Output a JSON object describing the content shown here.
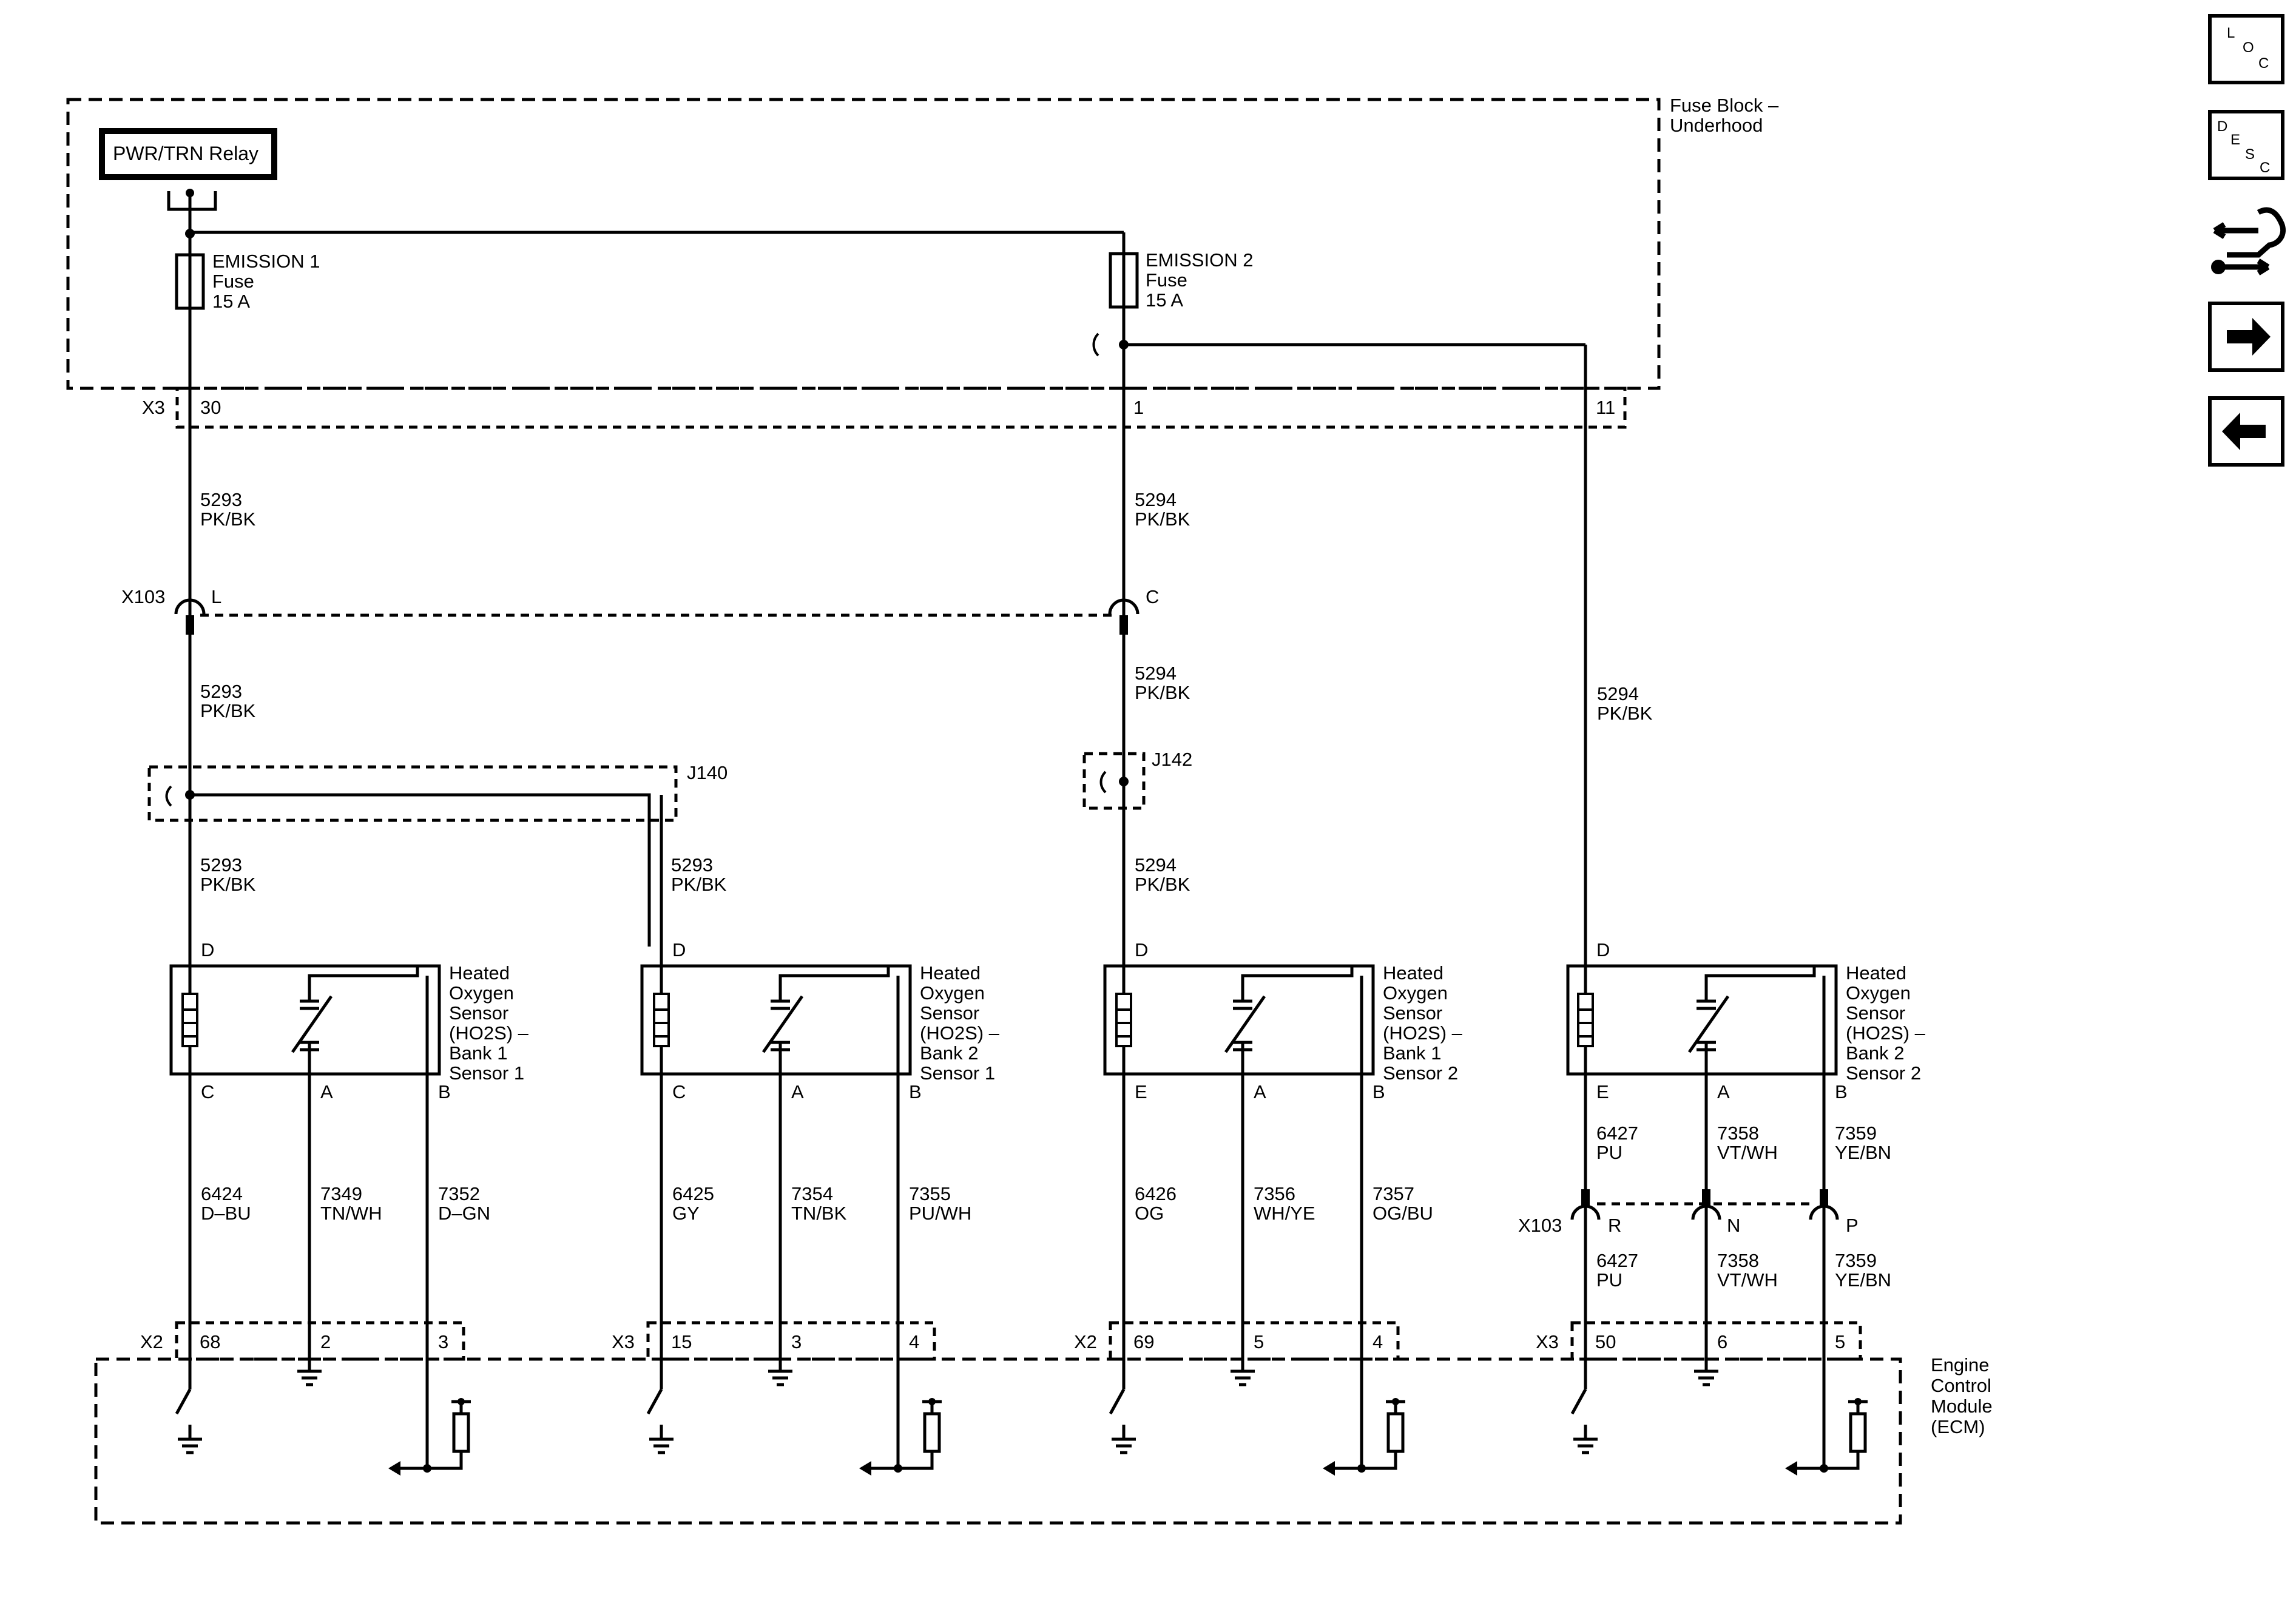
{
  "fuse_block": {
    "label_line1": "Fuse Block –",
    "label_line2": "Underhood"
  },
  "relay": {
    "label": "PWR/TRN Relay"
  },
  "fuses": [
    {
      "name_line1": "EMISSION 1",
      "name_line2": "Fuse",
      "rating": "15 A"
    },
    {
      "name_line1": "EMISSION 2",
      "name_line2": "Fuse",
      "rating": "15 A"
    }
  ],
  "connectors": {
    "x3_top": {
      "name": "X3",
      "pins": [
        "30",
        "1",
        "11"
      ]
    },
    "x103_top": {
      "name": "X103",
      "pins": [
        "L",
        "C"
      ]
    },
    "x103_bottom": {
      "name": "X103",
      "pins": [
        "R",
        "N",
        "P"
      ]
    },
    "ecm": [
      {
        "name": "X2",
        "pins": [
          "68",
          "2",
          "3"
        ]
      },
      {
        "name": "X3",
        "pins": [
          "15",
          "3",
          "4"
        ]
      },
      {
        "name": "X2",
        "pins": [
          "69",
          "5",
          "4"
        ]
      },
      {
        "name": "X3",
        "pins": [
          "50",
          "6",
          "5"
        ]
      }
    ]
  },
  "splices": {
    "j140": "J140",
    "j142": "J142"
  },
  "wires": {
    "w5293": {
      "circuit": "5293",
      "color": "PK/BK"
    },
    "w5294": {
      "circuit": "5294",
      "color": "PK/BK"
    },
    "s1": [
      {
        "circuit": "6424",
        "color": "D–BU"
      },
      {
        "circuit": "7349",
        "color": "TN/WH"
      },
      {
        "circuit": "7352",
        "color": "D–GN"
      }
    ],
    "s2": [
      {
        "circuit": "6425",
        "color": "GY"
      },
      {
        "circuit": "7354",
        "color": "TN/BK"
      },
      {
        "circuit": "7355",
        "color": "PU/WH"
      }
    ],
    "s3": [
      {
        "circuit": "6426",
        "color": "OG"
      },
      {
        "circuit": "7356",
        "color": "WH/YE"
      },
      {
        "circuit": "7357",
        "color": "OG/BU"
      }
    ],
    "s4": [
      {
        "circuit": "6427",
        "color": "PU"
      },
      {
        "circuit": "7358",
        "color": "VT/WH"
      },
      {
        "circuit": "7359",
        "color": "YE/BN"
      }
    ]
  },
  "sensors": [
    {
      "pins": [
        "D",
        "C",
        "A",
        "B"
      ],
      "label": [
        "Heated",
        "Oxygen",
        "Sensor",
        "(HO2S)  –",
        "Bank 1",
        "Sensor 1"
      ]
    },
    {
      "pins": [
        "D",
        "C",
        "A",
        "B"
      ],
      "label": [
        "Heated",
        "Oxygen",
        "Sensor",
        "(HO2S)  –",
        "Bank 2",
        "Sensor 1"
      ]
    },
    {
      "pins": [
        "D",
        "E",
        "A",
        "B"
      ],
      "label": [
        "Heated",
        "Oxygen",
        "Sensor",
        "(HO2S)  –",
        "Bank 1",
        "Sensor 2"
      ]
    },
    {
      "pins": [
        "D",
        "E",
        "A",
        "B"
      ],
      "label": [
        "Heated",
        "Oxygen",
        "Sensor",
        "(HO2S)  –",
        "Bank 2",
        "Sensor 2"
      ]
    }
  ],
  "ecm": {
    "label": [
      "Engine",
      "Control",
      "Module",
      "(ECM)"
    ]
  },
  "nav": {
    "loc": [
      "L",
      "O",
      "C"
    ],
    "desc": [
      "D",
      "E",
      "S",
      "C"
    ],
    "buttons": [
      "service-icon",
      "next-arrow-icon",
      "previous-arrow-icon"
    ]
  }
}
